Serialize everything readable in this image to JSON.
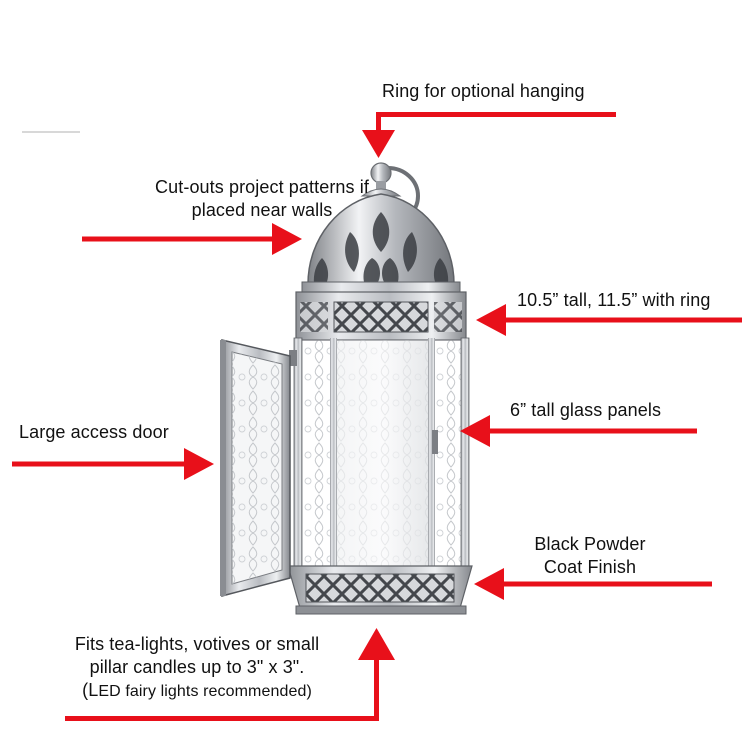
{
  "annotations": {
    "ring": "Ring for optional hanging",
    "cutouts_line1": "Cut-outs project patterns if",
    "cutouts_line2": "placed near walls",
    "height": "10.5” tall, 11.5” with ring",
    "glass": "6” tall glass panels",
    "door": "Large access door",
    "finish_line1": "Black Powder",
    "finish_line2": "Coat Finish",
    "fits_line1": "Fits tea-lights, votives or small",
    "fits_line2": "pillar candles up to 3\" x 3\".",
    "fits_note_open": "(",
    "fits_note_first": "L",
    "fits_note_rest": "ED fairy lights recommended)"
  },
  "colors": {
    "arrow": "#e8101a",
    "metal": "#c9ccd0",
    "text": "#111111"
  },
  "product_image": "silver-moroccan-lantern"
}
